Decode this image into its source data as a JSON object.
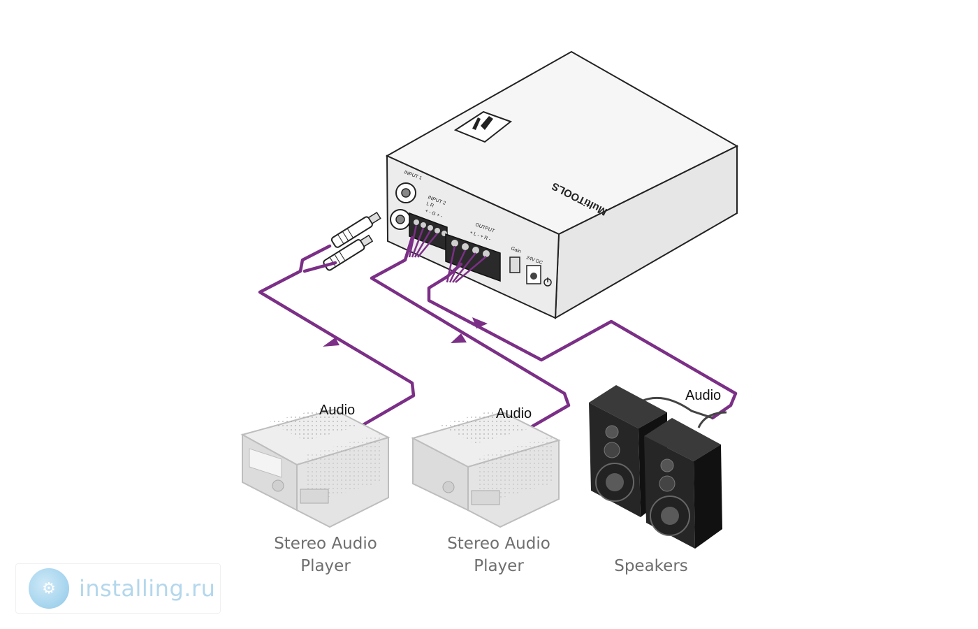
{
  "device": {
    "brand": "MultiTOOLS",
    "input1_label": "INPUT 1",
    "input2_label": "INPUT 2",
    "input2_channels": "L    R",
    "input2_polarity": "+ - G + -",
    "output_label": "OUTPUT",
    "output_channels": "+ L - + R -",
    "gain_label": "Gain",
    "power_label": "24V DC"
  },
  "cable_labels": {
    "player1": "Audio",
    "player2": "Audio",
    "speakers": "Audio"
  },
  "devices": {
    "player1": {
      "line1": "Stereo Audio",
      "line2": "Player"
    },
    "player2": {
      "line1": "Stereo Audio",
      "line2": "Player"
    },
    "speakers": {
      "line1": "Speakers"
    }
  },
  "colors": {
    "cable": "#7b2f86",
    "speaker": "#1e1e1e",
    "player": "#e2e2e2",
    "watermark": "#a9d6ef"
  },
  "icons": [
    "arrow-up-icon",
    "arrow-down-icon",
    "kramer-logo-icon",
    "power-icon"
  ],
  "watermark": {
    "text": "installing.ru"
  }
}
